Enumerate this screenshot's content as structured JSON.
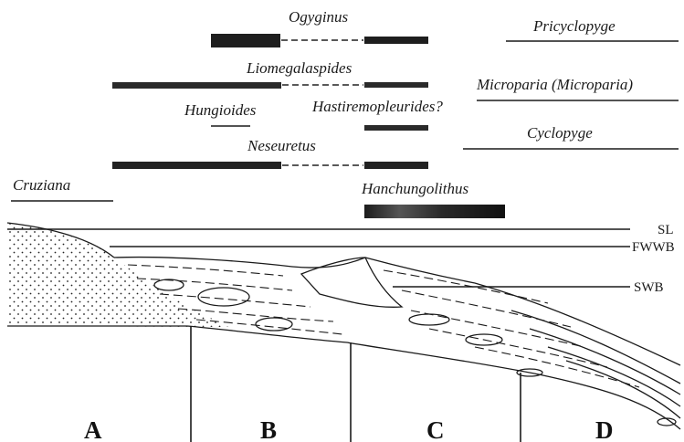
{
  "taxa": {
    "ogyginus": "Ogyginus",
    "liomegalaspides": "Liomegalaspides",
    "hungioides": "Hungioides",
    "hastiremopleurides": "Hastiremopleurides?",
    "neseuretus": "Neseuretus",
    "cruziana": "Cruziana",
    "hanchungolithus": "Hanchungolithus",
    "pricyclopyge": "Pricyclopyge",
    "microparia": "Microparia (Microparia)",
    "cyclopyge": "Cyclopyge"
  },
  "levels": {
    "sl": "SL",
    "fwwb": "FWWB",
    "swb": "SWB"
  },
  "zones": [
    "A",
    "B",
    "C",
    "D"
  ],
  "colors": {
    "ink": "#1a1a1a",
    "background": "#ffffff"
  }
}
